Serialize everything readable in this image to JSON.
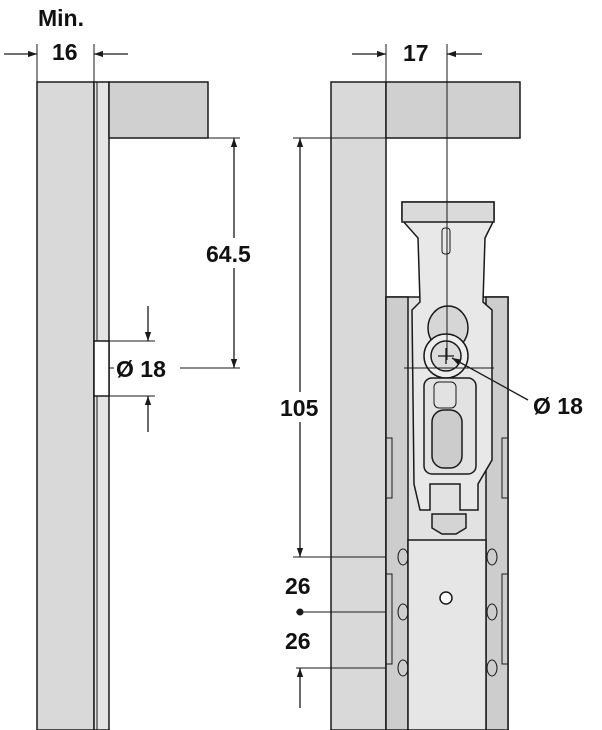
{
  "labels": {
    "min_label": "Min.",
    "min_value": "16",
    "height_a": "64.5",
    "hole_left": "Ø 18",
    "width_right": "17",
    "height_b": "105",
    "hole_right": "Ø 18",
    "spacing_top": "26",
    "spacing_bottom": "26"
  },
  "colors": {
    "panel": "#d9d9d9",
    "panel_dark": "#c4c4c4",
    "fitting": "#e6e6e6",
    "fitting_shade": "#cfcfcf",
    "line": "#1a1a1a",
    "background": "#ffffff"
  }
}
